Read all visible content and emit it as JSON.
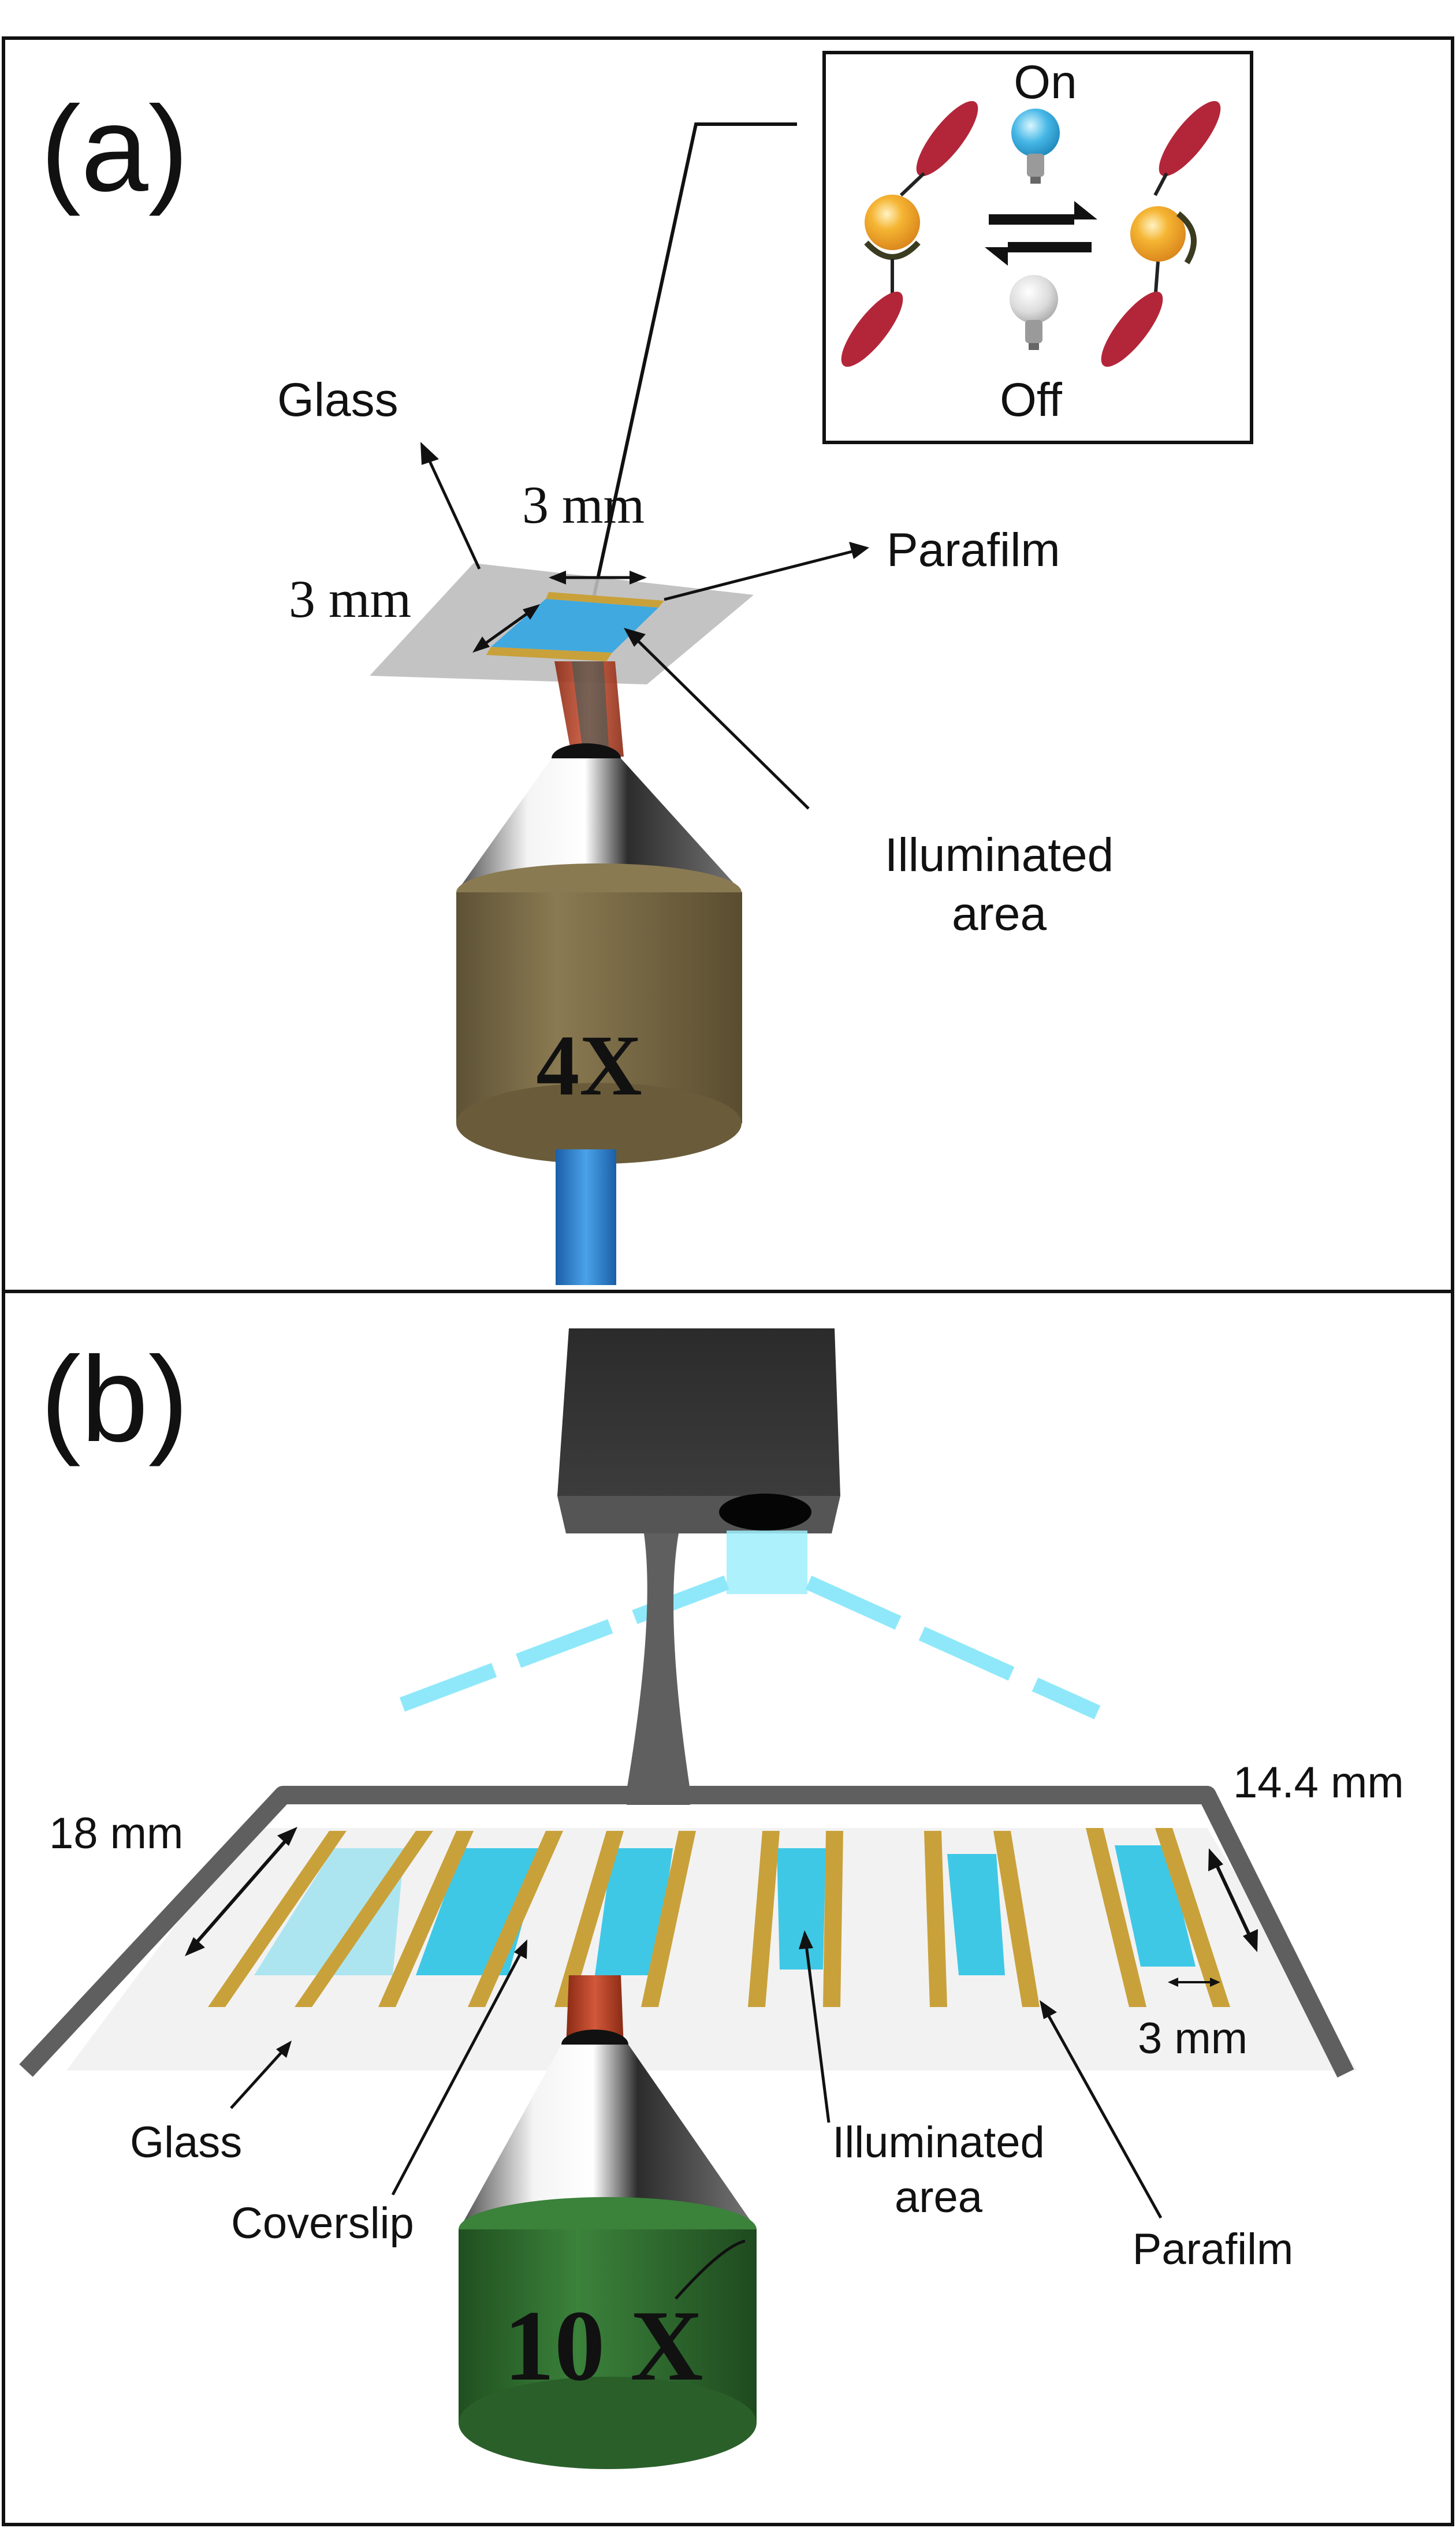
{
  "panel_a": {
    "letter": "(a)",
    "inset": {
      "on": "On",
      "off": "Off"
    },
    "glass": "Glass",
    "dim_top": "3 mm",
    "dim_left": "3 mm",
    "parafilm": "Parafilm",
    "illuminated_line1": "Illuminated",
    "illuminated_line2": "area",
    "objective": "4X"
  },
  "panel_b": {
    "letter": "(b)",
    "dim_left": "18 mm",
    "dim_right": "14.4 mm",
    "dim_small": "3 mm",
    "glass": "Glass",
    "coverslip": "Coverslip",
    "illuminated_line1": "Illuminated",
    "illuminated_line2": "area",
    "parafilm": "Parafilm",
    "objective": "10 X"
  },
  "colors": {
    "sample_blue": "#3fa9e0",
    "parafilm_gold": "#c9a13a",
    "objective_a": "#7a6a45",
    "objective_b": "#2e6b2e",
    "beam_red": "#c0492a",
    "light_cyan": "#9eeefc",
    "frame_gray": "#5f5f5f",
    "molecule_red": "#b3263a",
    "molecule_orange": "#f0a020"
  }
}
